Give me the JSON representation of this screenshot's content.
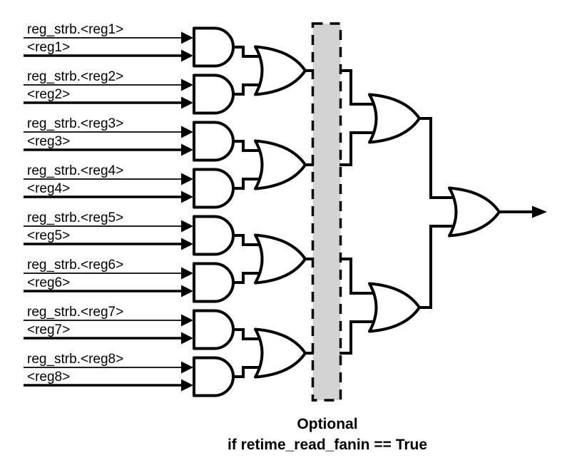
{
  "inputs": [
    {
      "strobe_label": "reg_strb.<reg1>",
      "reg_label": "<reg1>"
    },
    {
      "strobe_label": "reg_strb.<reg2>",
      "reg_label": "<reg2>"
    },
    {
      "strobe_label": "reg_strb.<reg3>",
      "reg_label": "<reg3>"
    },
    {
      "strobe_label": "reg_strb.<reg4>",
      "reg_label": "<reg4>"
    },
    {
      "strobe_label": "reg_strb.<reg5>",
      "reg_label": "<reg5>"
    },
    {
      "strobe_label": "reg_strb.<reg6>",
      "reg_label": "<reg6>"
    },
    {
      "strobe_label": "reg_strb.<reg7>",
      "reg_label": "<reg7>"
    },
    {
      "strobe_label": "reg_strb.<reg8>",
      "reg_label": "<reg8>"
    }
  ],
  "caption": {
    "line1": "Optional",
    "line2": "if retime_read_fanin == True"
  },
  "colors": {
    "wire": "#000000",
    "optional_fill": "#d3d3d3",
    "background": "#ffffff",
    "gate_fill": "#ffffff"
  }
}
